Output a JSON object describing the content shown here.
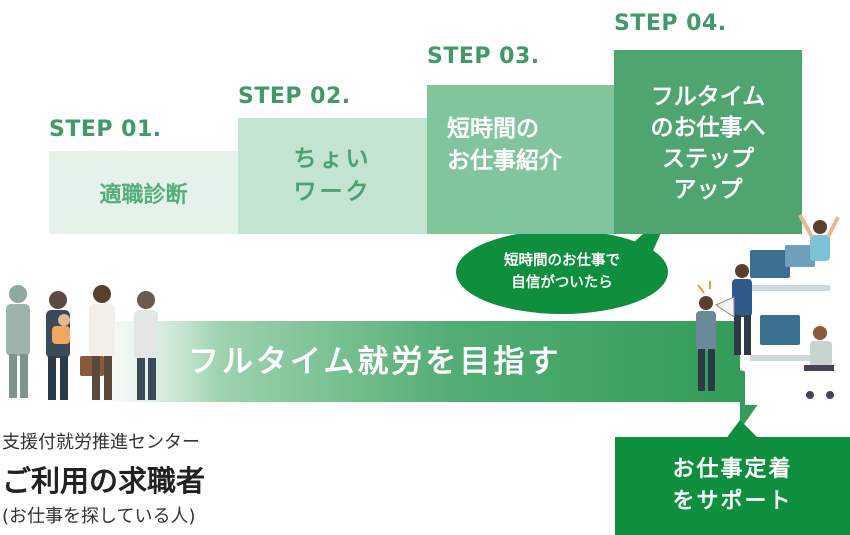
{
  "steps": [
    {
      "label": "STEP 01.",
      "text": "適職診断"
    },
    {
      "label": "STEP 02.",
      "text": "ちょい\nワーク"
    },
    {
      "label": "STEP 03.",
      "text": "短時間の\nお仕事紹介"
    },
    {
      "label": "STEP 04.",
      "text": "フルタイム\nのお仕事へ\nステップ\nアップ"
    }
  ],
  "bubble": {
    "text": "短時間のお仕事で\n自信がついたら"
  },
  "arrow": {
    "text": "フルタイム就労を目指す"
  },
  "left_caption": {
    "org": "支援付就労推進センター",
    "title": "ご利用の求職者",
    "subtitle": "(お仕事を探している人)"
  },
  "support_box": {
    "text": "お仕事定着\nをサポート"
  },
  "colors": {
    "step1": "#e4f2ea",
    "step2": "#c3e4d0",
    "step3": "#80c59b",
    "step4": "#4fa56f",
    "accent": "#0e8f3e",
    "label": "#3f9a67"
  },
  "icons": [
    "people-group-illustration",
    "office-workers-illustration",
    "megaphone-icon"
  ]
}
